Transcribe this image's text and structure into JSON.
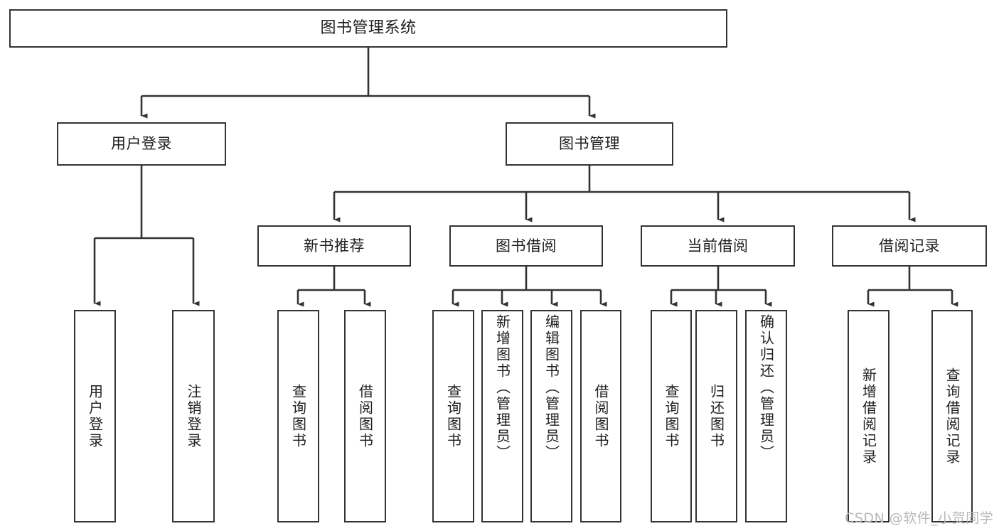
{
  "diagram": {
    "title": "图书管理系统",
    "type": "功能结构图",
    "colors": {
      "box_border": "#333333",
      "box_fill": "#ffffff",
      "connector": "#333333",
      "text": "#202020",
      "watermark": "#b9b9b9"
    },
    "watermark": "CSDN @软件_小贺同学",
    "levels": {
      "root": {
        "label": "图书管理系统"
      },
      "level1": [
        {
          "label": "用户登录"
        },
        {
          "label": "图书管理"
        }
      ],
      "level2": [
        {
          "label": "新书推荐"
        },
        {
          "label": "图书借阅"
        },
        {
          "label": "当前借阅"
        },
        {
          "label": "借阅记录"
        }
      ],
      "leaves": {
        "user_login": [
          {
            "label": "用户登录"
          },
          {
            "label": "注销登录"
          }
        ],
        "new_book_recommend": [
          {
            "label": "查询图书"
          },
          {
            "label": "借阅图书"
          }
        ],
        "book_borrow": [
          {
            "label": "查询图书"
          },
          {
            "label": "新增图书（管理员）"
          },
          {
            "label": "编辑图书（管理员）"
          },
          {
            "label": "借阅图书"
          }
        ],
        "current_borrow": [
          {
            "label": "查询图书"
          },
          {
            "label": "归还图书"
          },
          {
            "label": "确认归还（管理员）"
          }
        ],
        "borrow_record": [
          {
            "label": "新增借阅记录"
          },
          {
            "label": "查询借阅记录"
          }
        ]
      }
    }
  }
}
